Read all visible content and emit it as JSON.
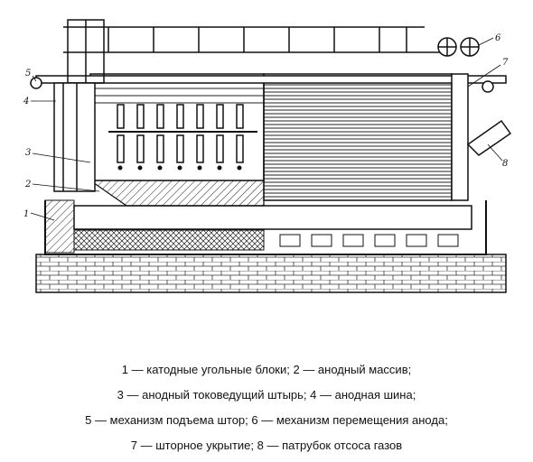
{
  "callouts": [
    "1",
    "2",
    "3",
    "4",
    "5",
    "6",
    "7",
    "8"
  ],
  "caption": [
    "1 — катодные угольные блоки; 2 — анодный массив;",
    "3 — анодный токоведущий штырь; 4 — анодная шина;",
    "5 — механизм подъема штор; 6 — механизм перемещения анода;",
    "7 — шторное укрытие; 8 — патрубок отсоса газов"
  ]
}
